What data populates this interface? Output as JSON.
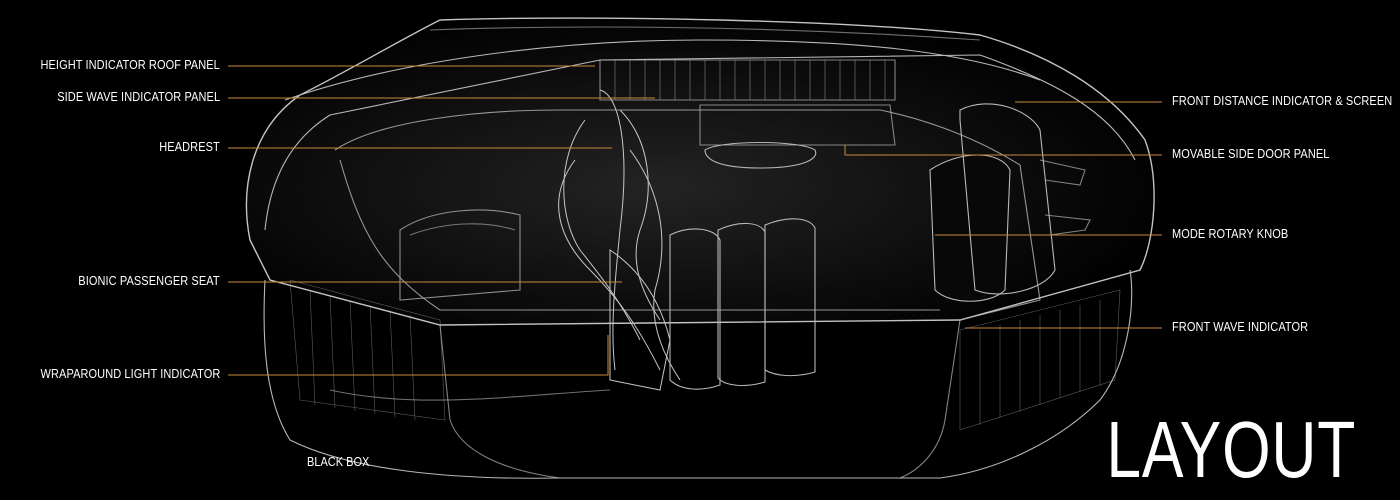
{
  "title": "LAYOUT",
  "sublabel": "BLACK BOX",
  "colors": {
    "background": "#000000",
    "text": "#ffffff",
    "leader_line": "#c88a3c",
    "sketch_line": "#d8d8d8"
  },
  "callouts_left": [
    {
      "id": "height-indicator-roof-panel",
      "label": "HEIGHT INDICATOR ROOF PANEL"
    },
    {
      "id": "side-wave-indicator-panel",
      "label": "SIDE  WAVE INDICATOR PANEL"
    },
    {
      "id": "headrest",
      "label": "HEADREST"
    },
    {
      "id": "bionic-passenger-seat",
      "label": "BIONIC PASSENGER SEAT"
    },
    {
      "id": "wraparound-light-indicator",
      "label": "WRAPAROUND LIGHT INDICATOR"
    }
  ],
  "callouts_right": [
    {
      "id": "front-distance-indicator-screen",
      "label": "FRONT DISTANCE INDICATOR & SCREEN"
    },
    {
      "id": "movable-side-door-panel",
      "label": "MOVABLE SIDE DOOR PANEL"
    },
    {
      "id": "mode-rotary-knob",
      "label": "MODE ROTARY KNOB"
    },
    {
      "id": "front-wave-indicator",
      "label": "FRONT WAVE INDICATOR"
    }
  ]
}
